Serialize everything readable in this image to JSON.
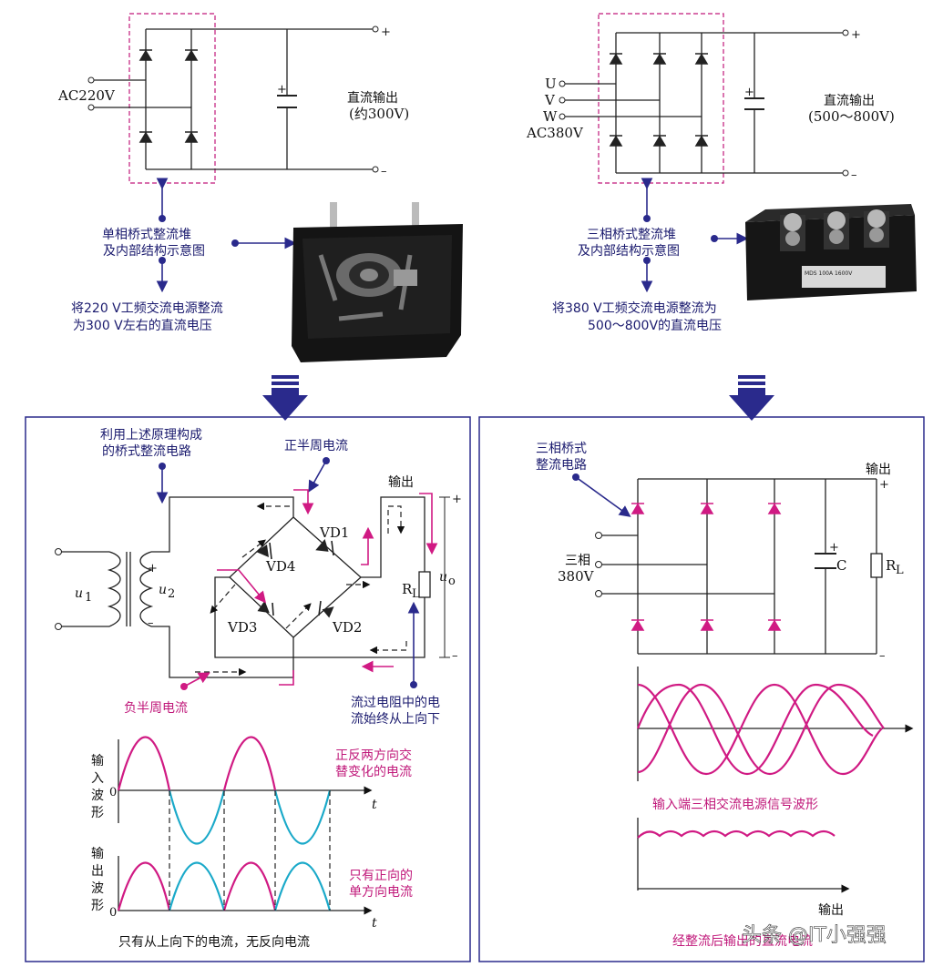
{
  "top_left": {
    "ac_label": "AC220V",
    "plus": "+",
    "minus": "–",
    "output_title": "直流输出",
    "output_value": "(约300V)",
    "caption_line1": "单相桥式整流堆",
    "caption_line2": "及内部结构示意图",
    "note_line1": "将220 V工频交流电源整流",
    "note_line2": "为300 V左右的直流电压"
  },
  "top_right": {
    "phase_u": "U",
    "phase_v": "V",
    "phase_w": "W",
    "ac_label": "AC380V",
    "plus": "+",
    "minus": "–",
    "output_title": "直流输出",
    "output_value": "(500～800V)",
    "caption_line1": "三相桥式整流堆",
    "caption_line2": "及内部结构示意图",
    "note_line1": "将380 V工频交流电源整流为",
    "note_line2": "500～800V的直流电压",
    "module_label": "MDS 100A 1600V"
  },
  "left_panel": {
    "callout_line1": "利用上述原理构成",
    "callout_line2": "的桥式整流电路",
    "positive_half": "正半周电流",
    "negative_half": "负半周电流",
    "output_label": "输出",
    "u1": "u",
    "u1_sub": "1",
    "u2": "u",
    "u2_sub": "2",
    "uo": "u",
    "uo_sub": "o",
    "rl": "R",
    "rl_sub": "L",
    "vd1": "VD1",
    "vd2": "VD2",
    "vd3": "VD3",
    "vd4": "VD4",
    "plus": "+",
    "minus": "–",
    "resistor_note_line1": "流过电阻中的电",
    "resistor_note_line2": "流始终从上向下",
    "input_wave_label": [
      "输",
      "入",
      "波",
      "形"
    ],
    "output_wave_label": [
      "输",
      "出",
      "波",
      "形"
    ],
    "input_note_line1": "正反两方向交",
    "input_note_line2": "替变化的电流",
    "output_note_line1": "只有正向的",
    "output_note_line2": "单方向电流",
    "axis_t": "t",
    "axis_zero": "0",
    "bottom_note": "只有从上向下的电流，无反向电流"
  },
  "right_panel": {
    "callout_line1": "三相桥式",
    "callout_line2": "整流电路",
    "output_label": "输出",
    "plus": "+",
    "minus": "–",
    "three_phase_line1": "三相",
    "three_phase_line2": "380V",
    "cap_label": "C",
    "cap_plus": "+",
    "rl": "R",
    "rl_sub": "L",
    "input_wave_caption": "输入端三相交流电源信号波形",
    "output_axis_label": "输出",
    "bottom_caption": "经整流后输出的直流电流"
  },
  "watermark": "头条 @IT小强强",
  "colors": {
    "wave_pink": "#d01a83",
    "wave_cyan": "#1aa9c9",
    "arrow_blue": "#2a2a8c",
    "frame": "#2a2a8c"
  }
}
